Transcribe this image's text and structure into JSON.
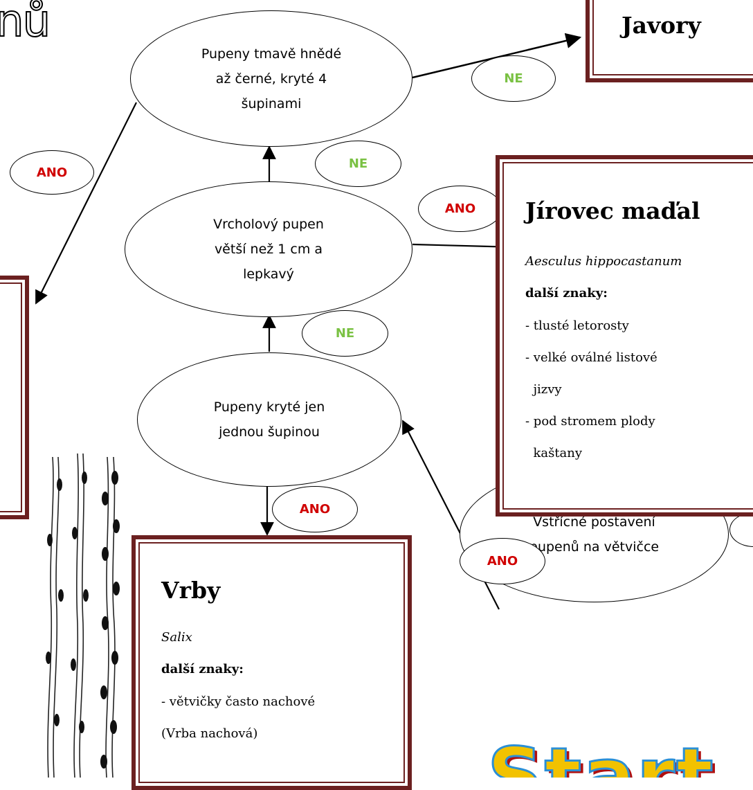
{
  "page": {
    "heading_fragment": "nů"
  },
  "nodes": {
    "q_dark_buds": "Pupeny tmavě hnědé\naž černé, kryté 4\nšupinami",
    "q_terminal_bud": "Vrcholový pupen\nvětší než 1 cm a\nlepkavý",
    "q_single_scale": "Pupeny kryté jen\njednou šupinou",
    "q_opposite": "Vstřícné postavení\npupenů na větvičce"
  },
  "badges": {
    "ano_left": "ANO",
    "ne_top": "NE",
    "ne_upper": "NE",
    "ano_right": "ANO",
    "ne_lower": "NE",
    "ano_down": "ANO",
    "ano_start": "ANO"
  },
  "results": {
    "javory": {
      "title": "Javory"
    },
    "jirovec": {
      "title": "Jírovec maďal",
      "latin": "Aesculus hippocastanum",
      "features_label": "další znaky:",
      "features": [
        "- tlusté letorosty",
        "- velké oválné listové",
        "  jizvy",
        "- pod stromem plody",
        "  kaštany"
      ]
    },
    "vrby": {
      "title": "Vrby",
      "latin": "Salix",
      "features_label": "další znaky:",
      "features": [
        "- větvičky často nachové",
        "(Vrba nachová)"
      ]
    }
  },
  "start_label": "Start",
  "colors": {
    "box_border": "#6b2020",
    "ano": "#d00000",
    "ne": "#7ac143",
    "start_fill": "#f2c200",
    "start_outline": "#2b8fd6"
  },
  "icons": {
    "twigs": "willow-twigs-illustration"
  }
}
